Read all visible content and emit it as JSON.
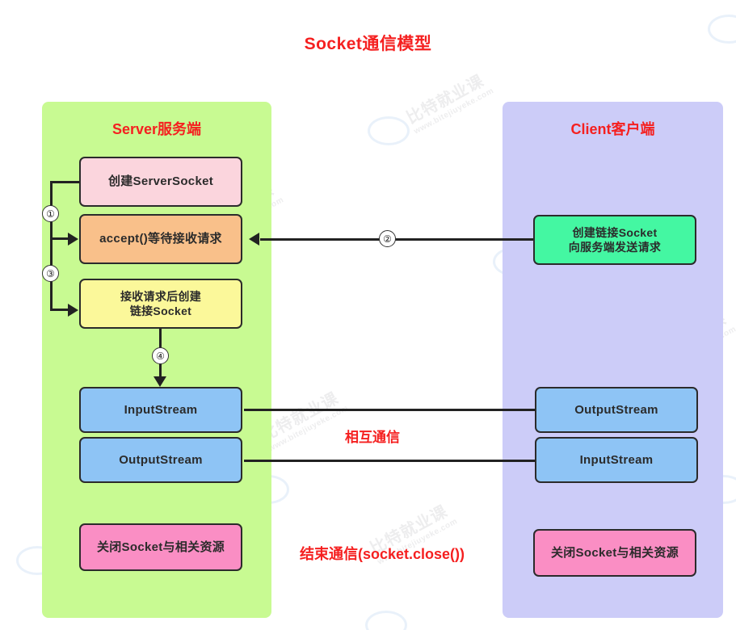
{
  "diagram": {
    "title": "Socket通信模型",
    "title_color": "#f52020"
  },
  "server": {
    "panel_label": "Server服务端",
    "panel_color": "#c8fa92",
    "nodes": {
      "create_serversocket": {
        "label": "创建ServerSocket",
        "color": "#fbd5dd"
      },
      "accept": {
        "label": "accept()等待接收请求",
        "color": "#f9c08a"
      },
      "create_link_socket_line1": "接收请求后创建",
      "create_link_socket_line2": "链接Socket",
      "create_link_socket_color": "#fbf89a",
      "input_stream": {
        "label": "InputStream",
        "color": "#8ec4f5"
      },
      "output_stream": {
        "label": "OutputStream",
        "color": "#8ec4f5"
      },
      "close": {
        "label": "关闭Socket与相关资源",
        "color": "#fa8ec4"
      }
    }
  },
  "client": {
    "panel_label": "Client客户端",
    "panel_color": "#ccccf8",
    "nodes": {
      "create_socket_line1": "创建链接Socket",
      "create_socket_line2": "向服务端发送请求",
      "create_socket_color": "#44f7a2",
      "output_stream": {
        "label": "OutputStream",
        "color": "#8ec4f5"
      },
      "input_stream": {
        "label": "InputStream",
        "color": "#8ec4f5"
      },
      "close": {
        "label": "关闭Socket与相关资源",
        "color": "#fa8ec4"
      }
    }
  },
  "steps": {
    "one": "①",
    "two": "②",
    "three": "③",
    "four": "④"
  },
  "labels": {
    "mutual_communication": "相互通信",
    "end_communication": "结束通信(socket.close())"
  },
  "watermark": {
    "main": "比特就业课",
    "sub": "www.bitejiuyeke.com"
  }
}
